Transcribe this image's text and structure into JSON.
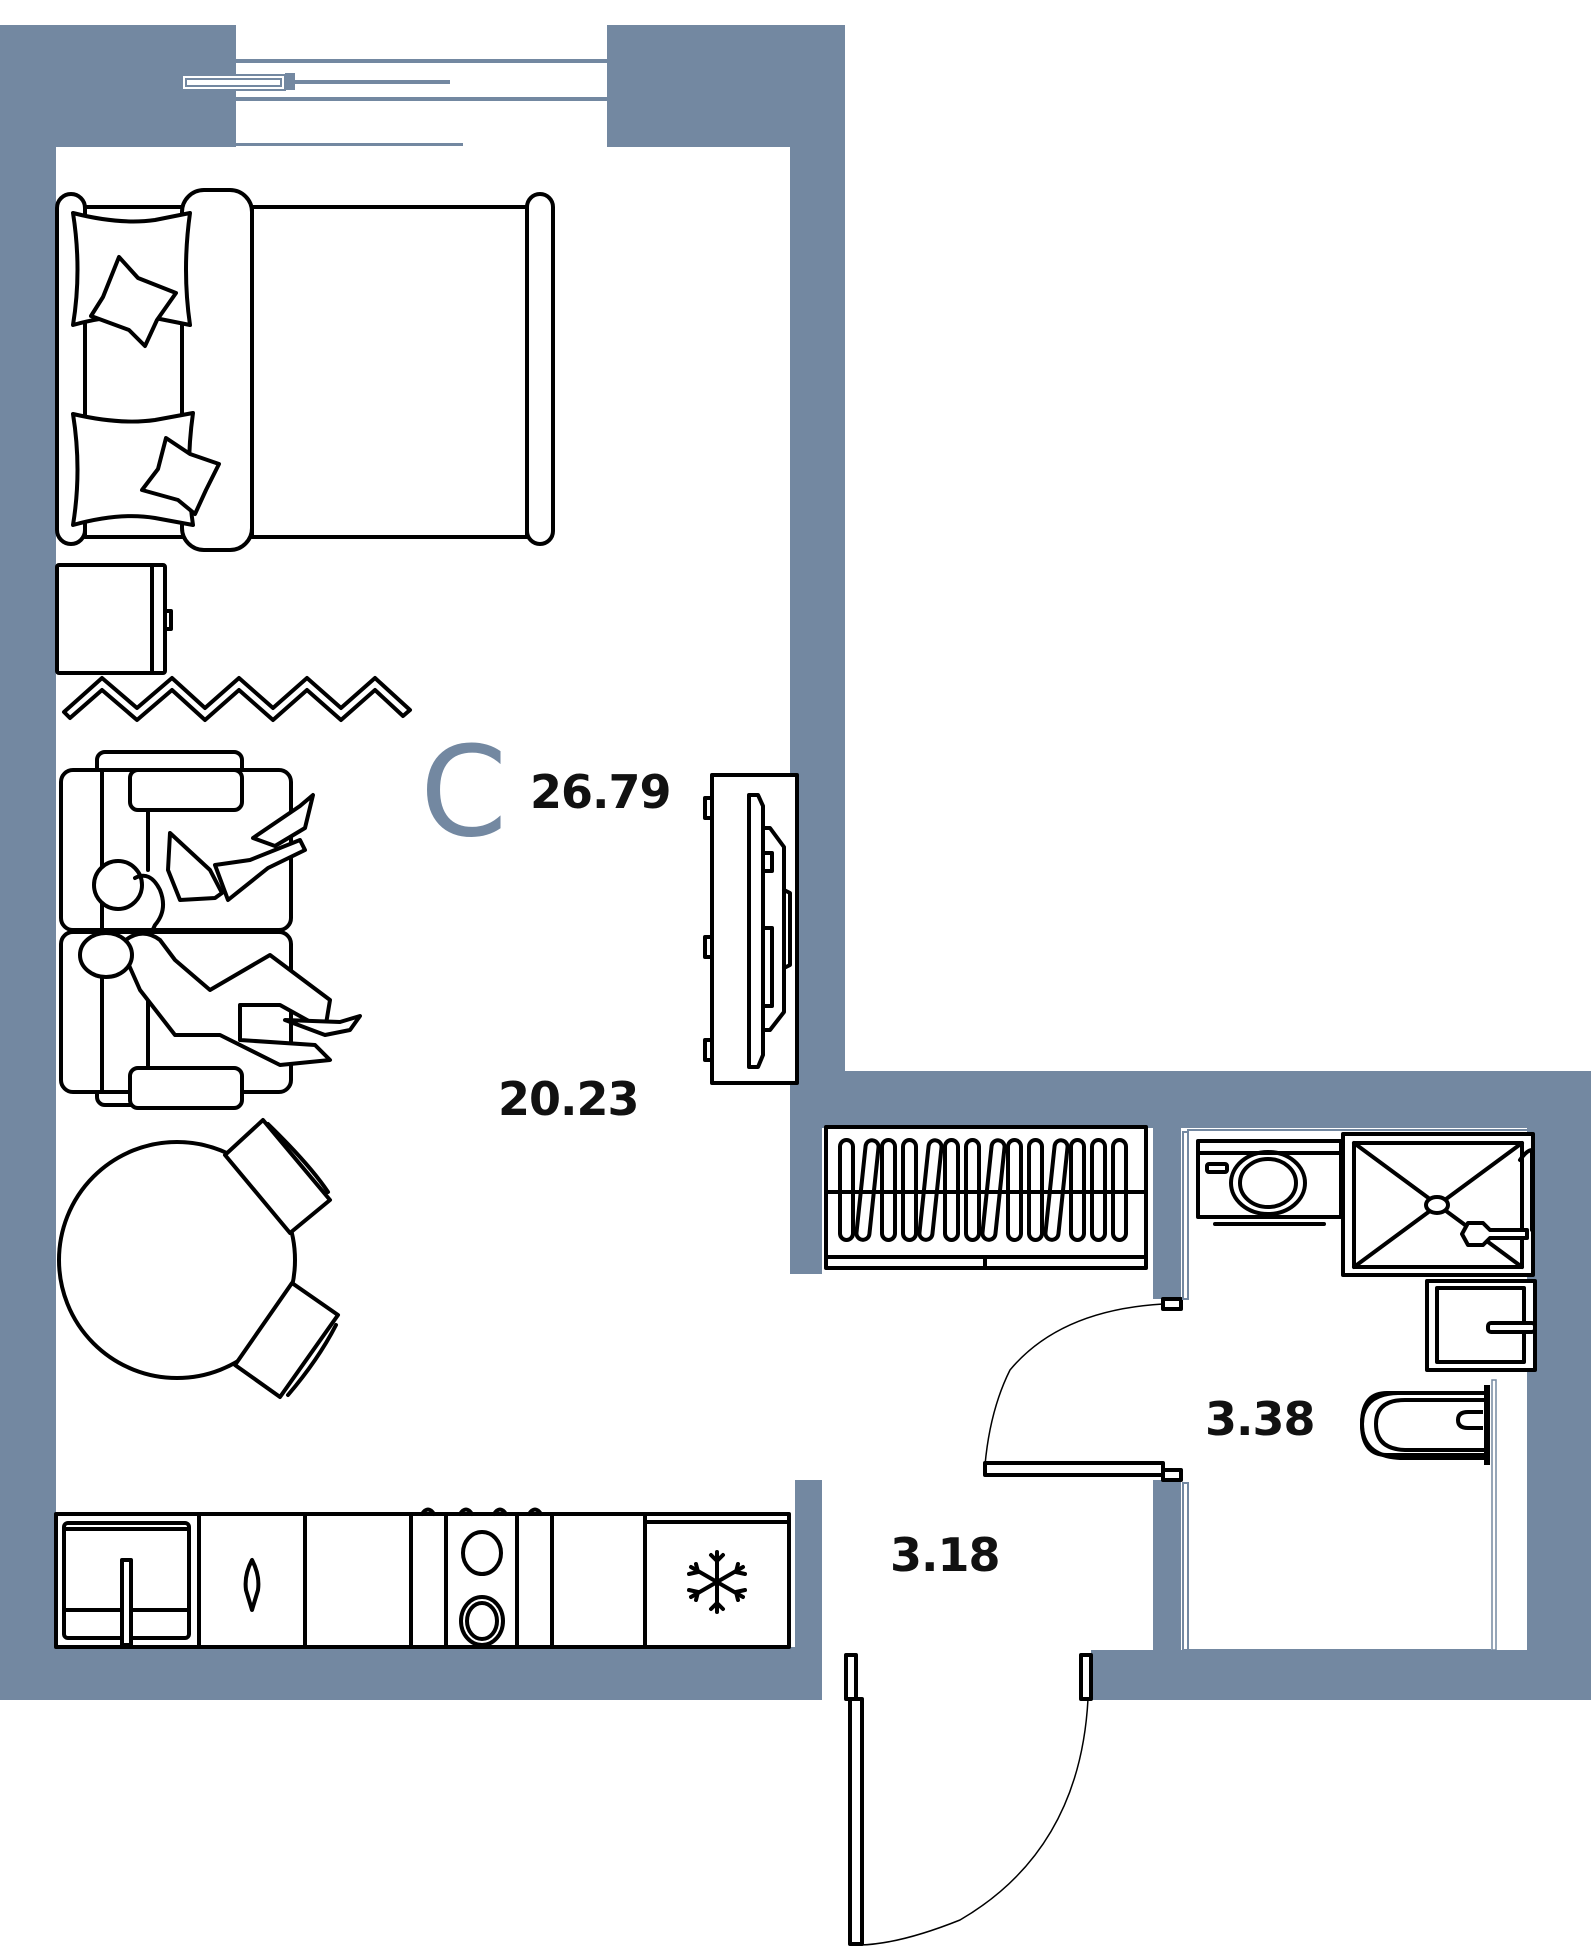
{
  "plan": {
    "type": "studio apartment floor plan",
    "apartment_class_letter": "C",
    "total_area": "26.79",
    "wall_color": "#7388a1",
    "rooms": [
      {
        "id": "living-room",
        "area": "20.23"
      },
      {
        "id": "hallway",
        "area": "3.18"
      },
      {
        "id": "bathroom",
        "area": "3.38"
      }
    ],
    "furniture": [
      "double-bed",
      "nightstand",
      "folding-screen",
      "sofa-with-people",
      "tv-unit",
      "round-dining-table",
      "dining-chair",
      "dining-chair",
      "kitchen-sink",
      "dishwasher",
      "kitchen-cabinet",
      "cooktop",
      "kitchen-cabinet",
      "fridge",
      "radiator-heater",
      "washing-machine",
      "shower-tray",
      "washbasin",
      "toilet"
    ],
    "icons": {
      "snowflake": "fridge-icon",
      "drop": "water-drop-icon"
    }
  }
}
